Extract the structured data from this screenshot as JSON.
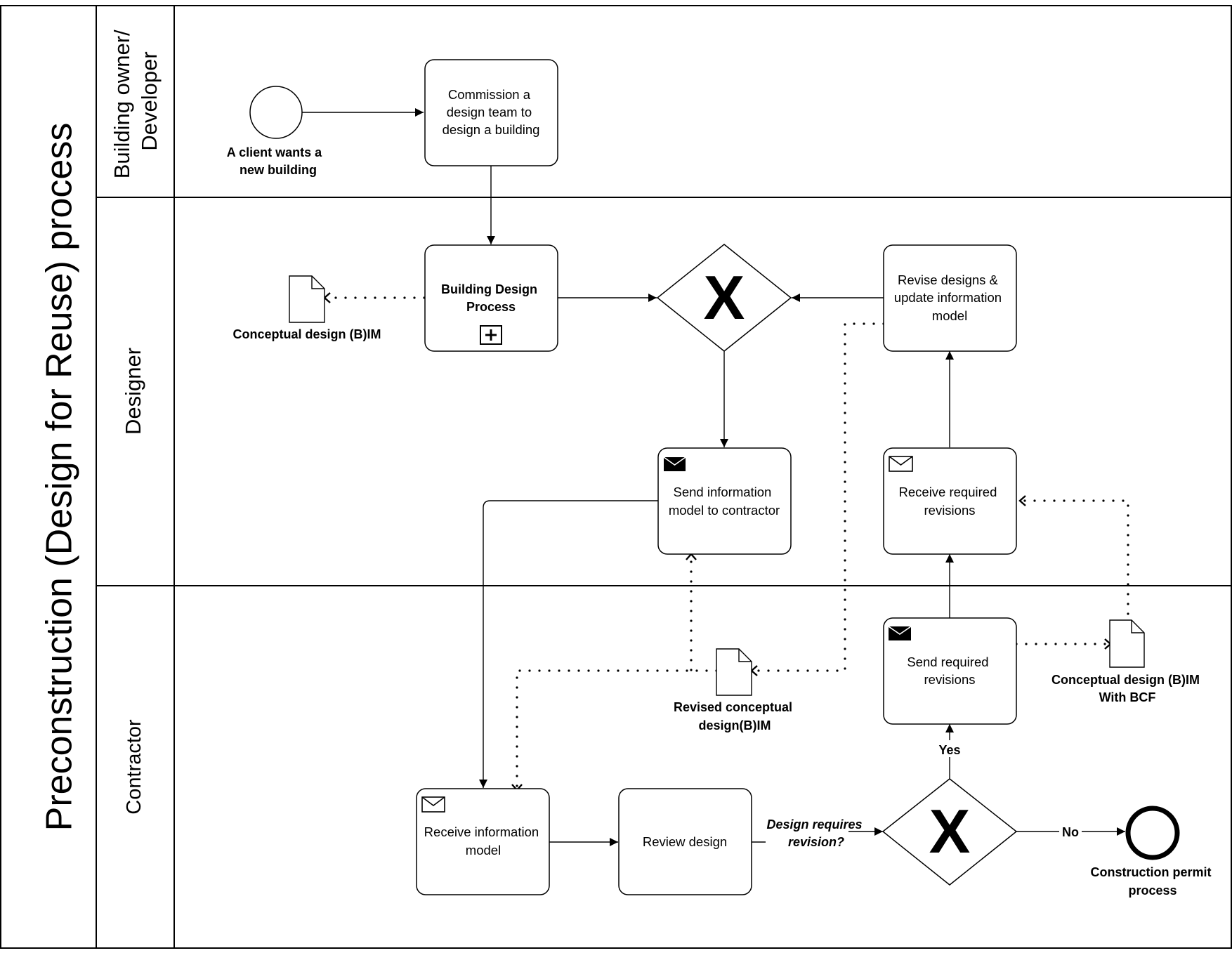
{
  "diagram": {
    "title": "Preconstruction (Design for Reuse) process",
    "lanes": [
      {
        "label_lines": [
          "Building owner/",
          "Developer"
        ]
      },
      {
        "label_lines": [
          "Designer"
        ]
      },
      {
        "label_lines": [
          "Contractor"
        ]
      }
    ],
    "start_event": {
      "label_lines": [
        "A client wants a",
        "new building"
      ]
    },
    "tasks": {
      "commission": {
        "label_lines": [
          "Commission a",
          "design team to",
          "design a building"
        ]
      },
      "building_design": {
        "label_lines": [
          "Building Design",
          "Process"
        ]
      },
      "revise": {
        "label_lines": [
          "Revise designs &",
          "update information",
          "model"
        ]
      },
      "send_model": {
        "label_lines": [
          "Send information",
          "model to contractor"
        ]
      },
      "receive_revisions": {
        "label_lines": [
          "Receive required",
          "revisions"
        ]
      },
      "send_revisions": {
        "label_lines": [
          "Send required",
          "revisions"
        ]
      },
      "receive_model": {
        "label_lines": [
          "Receive information",
          "model"
        ]
      },
      "review": {
        "label_lines": [
          "Review design"
        ]
      }
    },
    "gateway_symbol": "X",
    "data_objects": {
      "conceptual": {
        "label_lines": [
          "Conceptual design (B)IM"
        ]
      },
      "revised": {
        "label_lines": [
          "Revised conceptual",
          "design(B)IM"
        ]
      },
      "bcf": {
        "label_lines": [
          "Conceptual design (B)IM",
          "With BCF"
        ]
      }
    },
    "gateway_question_lines": [
      "Design requires",
      "revision?"
    ],
    "flow_labels": {
      "yes": "Yes",
      "no": "No"
    },
    "end_event": {
      "label_lines": [
        "Construction permit",
        "process"
      ]
    }
  }
}
